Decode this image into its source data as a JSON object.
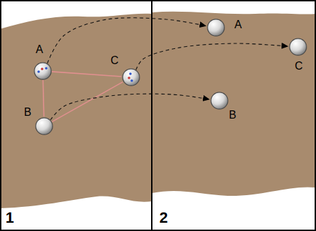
{
  "diagram": {
    "nodes": [
      {
        "text": [
          "1"
        ]
      },
      {
        "text": [
          "A"
        ],
        "in": 0
      },
      {
        "text": [
          "C"
        ],
        "in": 0
      },
      {
        "text": [
          "B"
        ],
        "in": 0
      },
      {
        "text": [
          "2"
        ]
      },
      {
        "text": [
          "A"
        ],
        "in": 4
      },
      {
        "text": [
          "C"
        ],
        "in": 4
      },
      {
        "text": [
          "B"
        ],
        "in": 4
      }
    ],
    "edges": [
      {
        "from": 1,
        "to": 3,
        "arrow": "none"
      },
      {
        "from": 1,
        "to": 2,
        "arrow": "none"
      },
      {
        "from": 3,
        "to": 2,
        "arrow": "none"
      },
      {
        "from": 1,
        "to": 5,
        "arrow": "to"
      },
      {
        "from": 2,
        "to": 6,
        "arrow": "to"
      },
      {
        "from": 3,
        "to": 7,
        "arrow": "to"
      }
    ]
  }
}
